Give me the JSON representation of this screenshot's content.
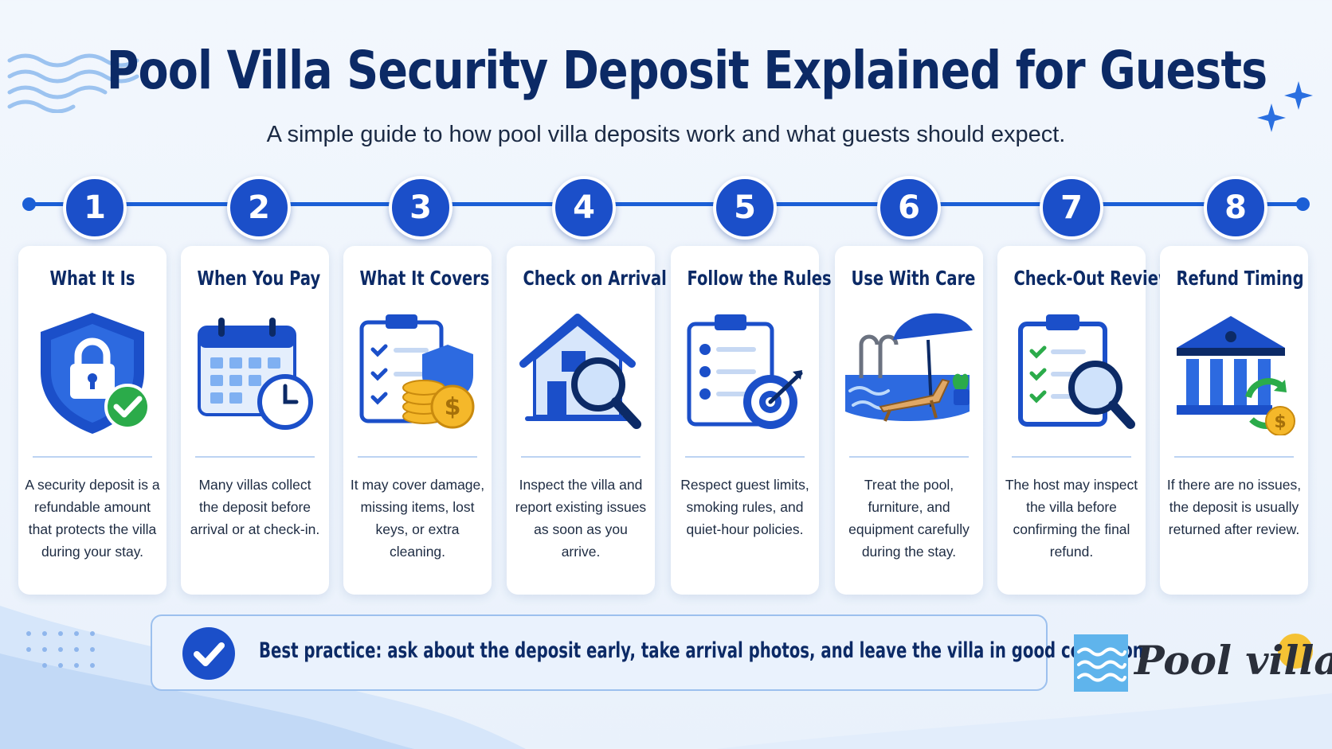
{
  "header": {
    "title": "Pool Villa Security Deposit Explained for Guests",
    "subtitle": "A simple guide to how pool villa deposits work and what guests should expect."
  },
  "steps": [
    {
      "number": "1",
      "title": "What It Is",
      "description": "A security deposit is a refundable amount that protects the villa during your stay.",
      "icon": "shield-lock-icon"
    },
    {
      "number": "2",
      "title": "When You Pay",
      "description": "Many villas collect the deposit before arrival or at check-in.",
      "icon": "calendar-clock-icon"
    },
    {
      "number": "3",
      "title": "What It Covers",
      "description": "It may cover damage, missing items, lost keys, or extra cleaning.",
      "icon": "checklist-coins-icon"
    },
    {
      "number": "4",
      "title": "Check on Arrival",
      "description": "Inspect the villa and report existing issues as soon as you arrive.",
      "icon": "house-magnifier-icon"
    },
    {
      "number": "5",
      "title": "Follow the Rules",
      "description": "Respect guest limits, smoking rules, and quiet-hour policies.",
      "icon": "clipboard-target-icon"
    },
    {
      "number": "6",
      "title": "Use With Care",
      "description": "Treat the pool, furniture, and equipment carefully during the stay.",
      "icon": "pool-umbrella-icon"
    },
    {
      "number": "7",
      "title": "Check-Out Review",
      "description": "The host may inspect the villa before confirming the final refund.",
      "icon": "clipboard-magnifier-icon"
    },
    {
      "number": "8",
      "title": "Refund Timing",
      "description": "If there are no issues, the deposit is usually returned after review.",
      "icon": "bank-refund-icon"
    }
  ],
  "best_practice": {
    "text": "Best practice: ask about the deposit early, take arrival photos, and leave the villa in good condition.",
    "icon": "check-circle-icon"
  },
  "brand": {
    "logo_text": "Pool villa"
  },
  "colors": {
    "primary_blue": "#1b4fc9",
    "navy": "#0c2a66",
    "light_blue": "#9cc6f5",
    "green": "#2bab4a",
    "gold": "#f5b82a"
  }
}
